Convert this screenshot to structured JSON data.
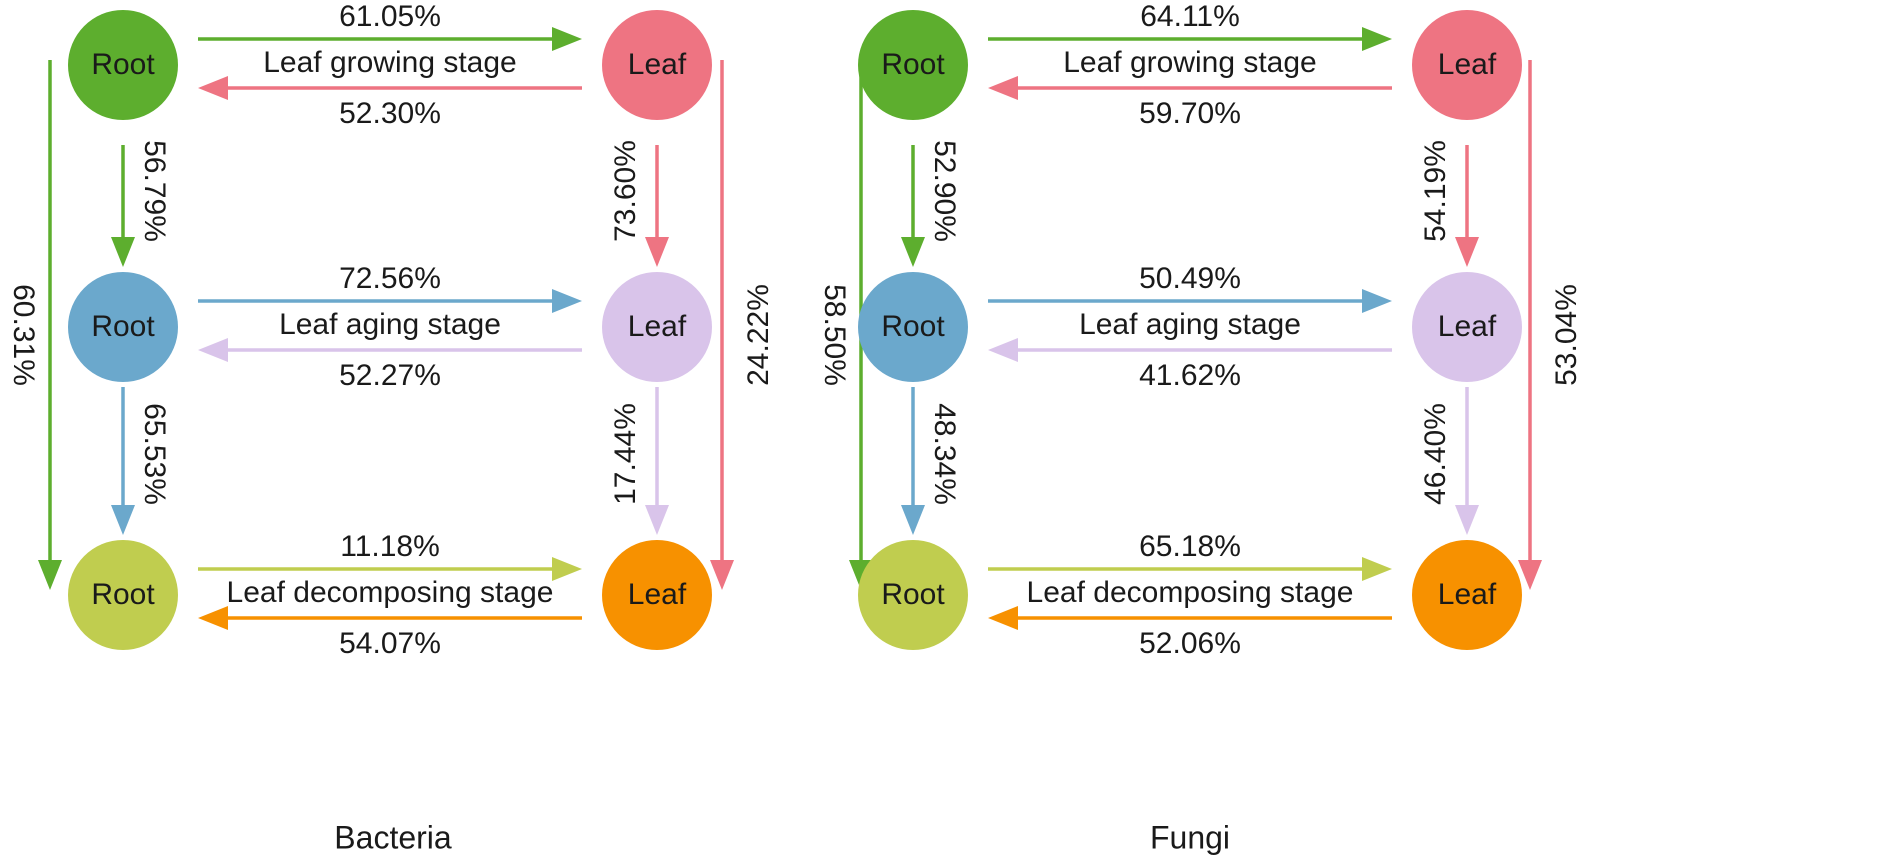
{
  "colors": {
    "growing_root": "#5DAE2E",
    "growing_leaf": "#EE7482",
    "aging_root": "#6BA8CC",
    "aging_leaf": "#D9C4EA",
    "decomposing_root": "#C0CD4F",
    "decomposing_leaf": "#F79100",
    "text": "#1a1a1a"
  },
  "panels": [
    {
      "id": "bacteria",
      "title": "Bacteria",
      "nodes": [
        {
          "id": "growing-root",
          "label": "Root",
          "color": "growing_root"
        },
        {
          "id": "growing-leaf",
          "label": "Leaf",
          "color": "growing_leaf"
        },
        {
          "id": "aging-root",
          "label": "Root",
          "color": "aging_root"
        },
        {
          "id": "aging-leaf",
          "label": "Leaf",
          "color": "aging_leaf"
        },
        {
          "id": "decomposing-root",
          "label": "Root",
          "color": "decomposing_root"
        },
        {
          "id": "decomposing-leaf",
          "label": "Leaf",
          "color": "decomposing_leaf"
        }
      ],
      "stages": [
        {
          "id": "growing",
          "label": "Leaf growing stage",
          "root_to_leaf": "61.05%",
          "leaf_to_root": "52.30%"
        },
        {
          "id": "aging",
          "label": "Leaf aging stage",
          "root_to_leaf": "72.56%",
          "leaf_to_root": "52.27%"
        },
        {
          "id": "decomposing",
          "label": "Leaf decomposing stage",
          "root_to_leaf": "11.18%",
          "leaf_to_root": "54.07%"
        }
      ],
      "root_growing_to_aging": "56.79%",
      "root_aging_to_decomposing": "65.53%",
      "root_growing_to_decomposing": "60.31%",
      "leaf_growing_to_aging": "73.60%",
      "leaf_aging_to_decomposing": "17.44%",
      "leaf_growing_to_decomposing": "24.22%"
    },
    {
      "id": "fungi",
      "title": "Fungi",
      "nodes": [
        {
          "id": "growing-root",
          "label": "Root",
          "color": "growing_root"
        },
        {
          "id": "growing-leaf",
          "label": "Leaf",
          "color": "growing_leaf"
        },
        {
          "id": "aging-root",
          "label": "Root",
          "color": "aging_root"
        },
        {
          "id": "aging-leaf",
          "label": "Leaf",
          "color": "aging_leaf"
        },
        {
          "id": "decomposing-root",
          "label": "Root",
          "color": "decomposing_root"
        },
        {
          "id": "decomposing-leaf",
          "label": "Leaf",
          "color": "decomposing_leaf"
        }
      ],
      "stages": [
        {
          "id": "growing",
          "label": "Leaf growing stage",
          "root_to_leaf": "64.11%",
          "leaf_to_root": "59.70%"
        },
        {
          "id": "aging",
          "label": "Leaf aging stage",
          "root_to_leaf": "50.49%",
          "leaf_to_root": "41.62%"
        },
        {
          "id": "decomposing",
          "label": "Leaf decomposing stage",
          "root_to_leaf": "65.18%",
          "leaf_to_root": "52.06%"
        }
      ],
      "root_growing_to_aging": "52.90%",
      "root_aging_to_decomposing": "48.34%",
      "root_growing_to_decomposing": "58.50%",
      "leaf_growing_to_aging": "54.19%",
      "leaf_aging_to_decomposing": "46.40%",
      "leaf_growing_to_decomposing": "53.04%"
    }
  ]
}
